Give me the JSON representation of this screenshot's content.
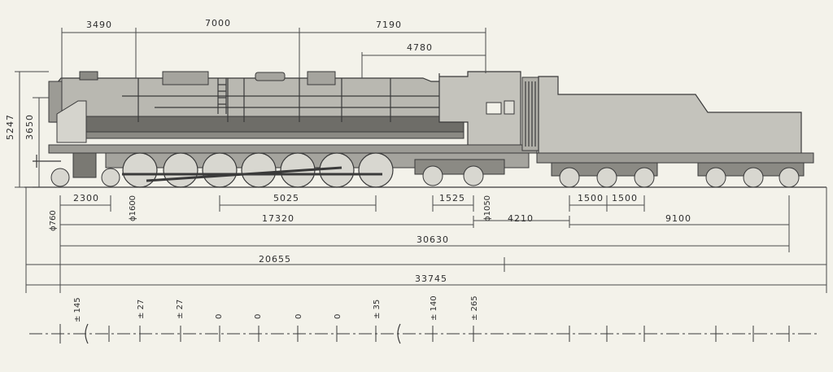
{
  "drawing": {
    "colors": {
      "paper": "#f3f2ea",
      "ink": "#3a3a3a",
      "body_shade": "#b9b8b1",
      "dark_shade": "#6e6d68"
    }
  },
  "dimensions": {
    "top_3490": "3490",
    "top_7000": "7000",
    "top_7190": "7190",
    "top_4780": "4780",
    "height_5247": "5247",
    "height_3650": "3650",
    "d_2300": "2300",
    "wheel_1600": "ϕ1600",
    "d_5025": "5025",
    "d_1525": "1525",
    "wheel_1050": "ϕ1050",
    "d_4210": "4210",
    "d_1500a": "1500",
    "d_1500b": "1500",
    "wheel_760": "ϕ760",
    "d_17320": "17320",
    "d_9100": "9100",
    "d_30630": "30630",
    "d_20655": "20655",
    "d_33745": "33745"
  },
  "axle_play": [
    "± 145",
    "± 27",
    "± 27",
    "0",
    "0",
    "0",
    "0",
    "± 35",
    "± 140",
    "± 265"
  ]
}
